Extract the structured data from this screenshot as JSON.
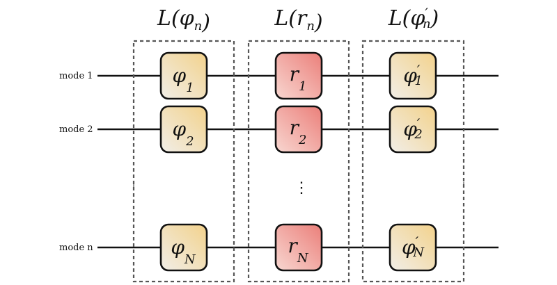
{
  "layers": [
    {
      "title": {
        "base": "L(",
        "var": "φ",
        "sup": "",
        "sub": "n",
        "close": ")"
      },
      "kind": "phi",
      "gates": [
        {
          "var": "φ",
          "sup": "",
          "sub": "1"
        },
        {
          "var": "φ",
          "sup": "",
          "sub": "2"
        },
        {
          "var": "φ",
          "sup": "",
          "sub": "N"
        }
      ]
    },
    {
      "title": {
        "base": "L(",
        "var": "r",
        "sup": "",
        "sub": "n",
        "close": ")"
      },
      "kind": "r",
      "gates": [
        {
          "var": "r",
          "sup": "",
          "sub": "1"
        },
        {
          "var": "r",
          "sup": "",
          "sub": "2"
        },
        {
          "var": "r",
          "sup": "",
          "sub": "N"
        }
      ]
    },
    {
      "title": {
        "base": "L(",
        "var": "φ",
        "sup": "′",
        "sub": "n",
        "close": ")"
      },
      "kind": "phi",
      "gates": [
        {
          "var": "φ",
          "sup": "′",
          "sub": "1"
        },
        {
          "var": "φ",
          "sup": "′",
          "sub": "2"
        },
        {
          "var": "φ",
          "sup": "′",
          "sub": "N"
        }
      ]
    }
  ],
  "modes": [
    "mode 1",
    "mode 2",
    "mode n"
  ],
  "ellipsis": "⋮",
  "colors": {
    "phi_gate_light": "#f1eee8",
    "phi_gate_dark": "#f3d28c",
    "r_gate_light": "#f8d7d1",
    "r_gate_dark": "#eb7f7a",
    "wire": "#111111",
    "box": "#555555"
  }
}
